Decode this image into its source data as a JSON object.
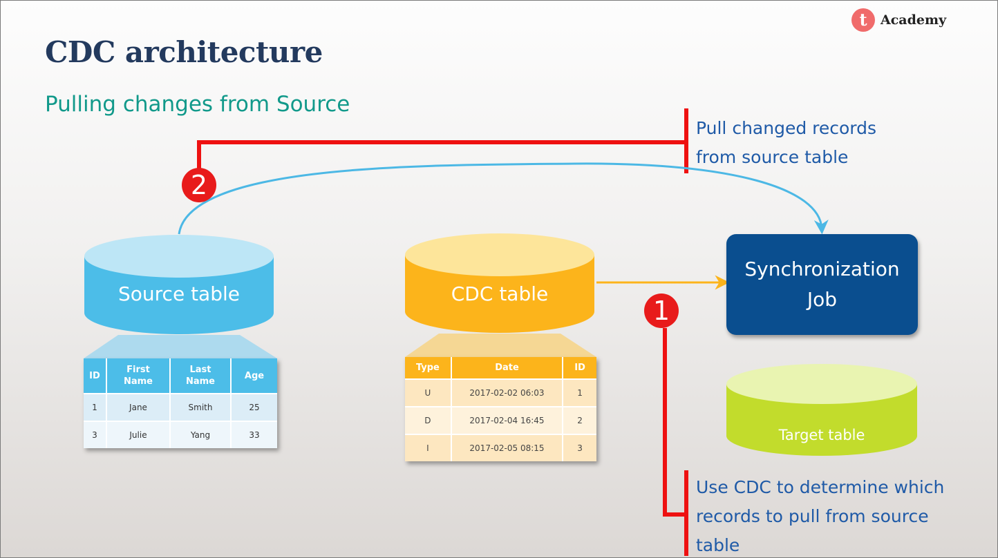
{
  "brand": {
    "logo_letter": "t",
    "name": "Academy"
  },
  "title": "CDC architecture",
  "subtitle": "Pulling changes from Source",
  "nodes": {
    "source": "Source table",
    "cdc": "CDC table",
    "sync_line1": "Synchronization",
    "sync_line2": "Job",
    "target": "Target table"
  },
  "steps": [
    {
      "number": "1",
      "text_lines": [
        "Use CDC to determine which",
        "records to pull from source",
        "table"
      ]
    },
    {
      "number": "2",
      "text_lines": [
        "Pull changed records",
        "from source table"
      ]
    }
  ],
  "source_table": {
    "headers": [
      [
        "ID"
      ],
      [
        "First",
        "Name"
      ],
      [
        "Last",
        "Name"
      ],
      [
        "Age"
      ]
    ],
    "rows": [
      [
        "1",
        "Jane",
        "Smith",
        "25"
      ],
      [
        "3",
        "Julie",
        "Yang",
        "33"
      ]
    ]
  },
  "cdc_table": {
    "headers": [
      "Type",
      "Date",
      "ID"
    ],
    "rows": [
      [
        "U",
        "2017-02-02 06:03",
        "1"
      ],
      [
        "D",
        "2017-02-04 16:45",
        "2"
      ],
      [
        "I",
        "2017-02-05 08:15",
        "3"
      ]
    ]
  },
  "colors": {
    "source": "#4cbde8",
    "cdc": "#fcb41b",
    "target": "#c2dc2c",
    "sync": "#0a4e8f",
    "step_marker": "#e81b1b",
    "arc": "#4cb8e5",
    "callout_text": "#1f5aa7"
  }
}
